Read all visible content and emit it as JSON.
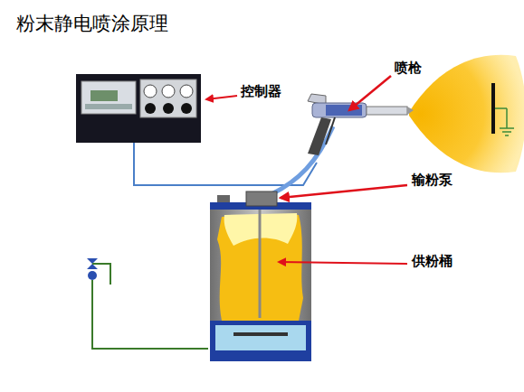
{
  "diagram": {
    "title": "粉末静电喷涂原理",
    "labels": [
      "控制器",
      "喷枪",
      "输粉泵",
      "供粉桶"
    ]
  }
}
